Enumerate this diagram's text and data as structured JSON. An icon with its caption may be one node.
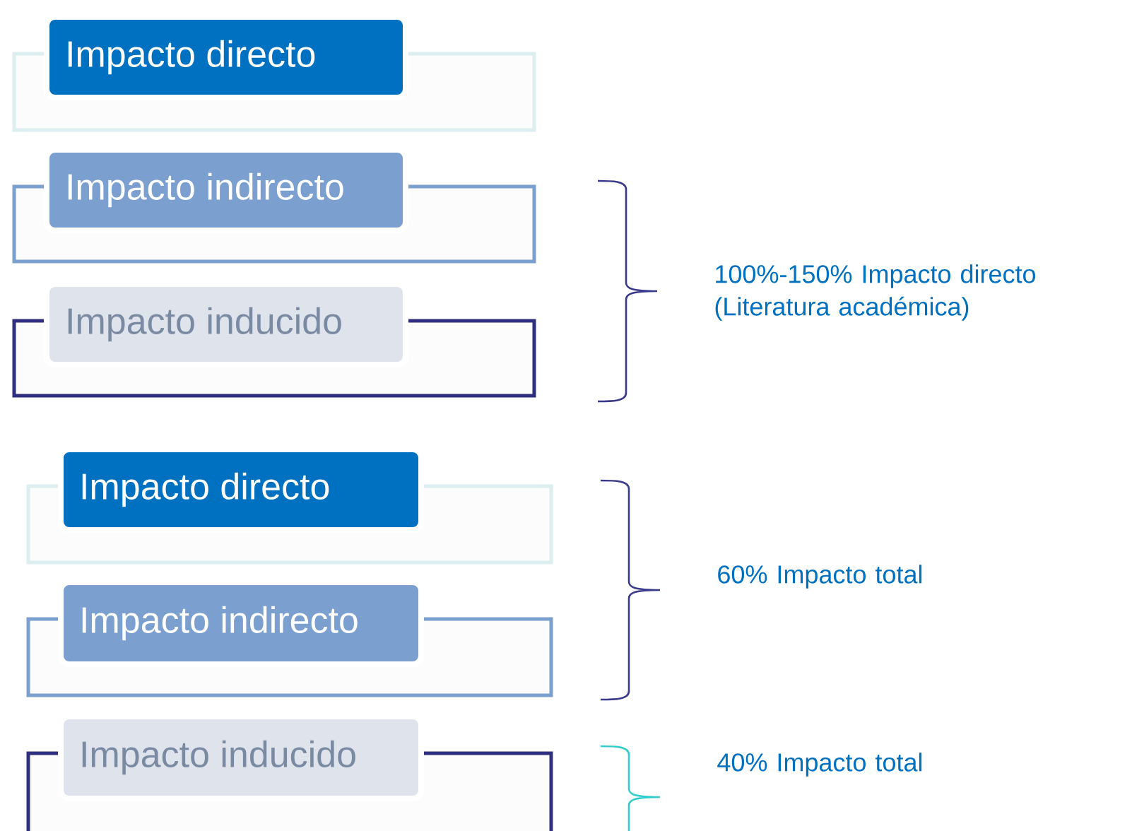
{
  "diagram": {
    "nodes": [
      {
        "text": [
          "Impacto directo"
        ]
      },
      {
        "text": [
          "Impacto indirecto"
        ]
      },
      {
        "text": [
          "Impacto inducido"
        ]
      },
      {
        "text": [
          "Impacto directo"
        ]
      },
      {
        "text": [
          "Impacto indirecto"
        ]
      },
      {
        "text": [
          "Impacto inducido"
        ]
      }
    ],
    "edges": [],
    "labels": [
      "100%-150% Impacto directo (Literatura académica)",
      "60% Impacto total",
      "40% Impacto total"
    ]
  }
}
